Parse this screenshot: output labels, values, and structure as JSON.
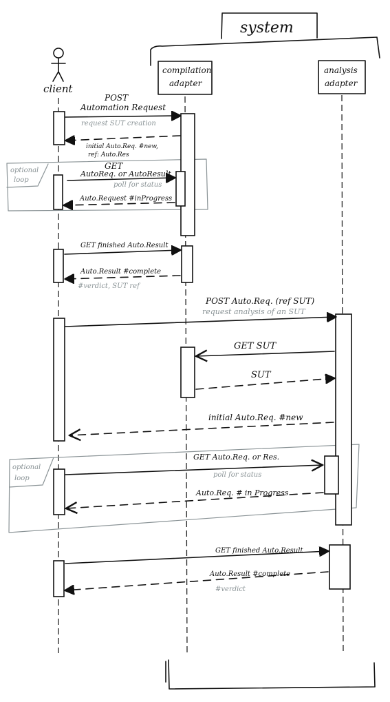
{
  "system": {
    "title": "system"
  },
  "participants": {
    "client": "client",
    "compilation": [
      "compilation",
      "adapter"
    ],
    "analysis": [
      "analysis",
      "adapter"
    ]
  },
  "frames": {
    "loop1": [
      "optional",
      "loop"
    ],
    "loop2": [
      "optional",
      "loop"
    ]
  },
  "messages": {
    "m1_title": [
      "POST",
      "Automation Request"
    ],
    "m1_note": "request SUT creation",
    "m2_label": [
      "initial Auto.Req. #new,",
      "ref: Auto.Res"
    ],
    "m3_title": [
      "GET",
      "AutoReq. or AutoResult"
    ],
    "m3_note": "poll for status",
    "m4_label": "Auto.Request #inProgress",
    "m5_label": "GET finished Auto.Result",
    "m6_label": "Auto.Result #complete",
    "m6_note": "#verdict, SUT ref",
    "m7_label": "POST Auto.Req. (ref SUT)",
    "m7_note": "request analysis of an SUT",
    "m8_label": "GET   SUT",
    "m9_label": "SUT",
    "m10_label": "initial Auto.Req. #new",
    "m11_label": "GET Auto.Req. or Res.",
    "m11_note": "poll for status",
    "m12_label": "Auto.Req. # in Progress",
    "m13_label": "GET finished Auto.Result",
    "m14_label": "Auto.Result #complete",
    "m14_note": "#verdict"
  }
}
